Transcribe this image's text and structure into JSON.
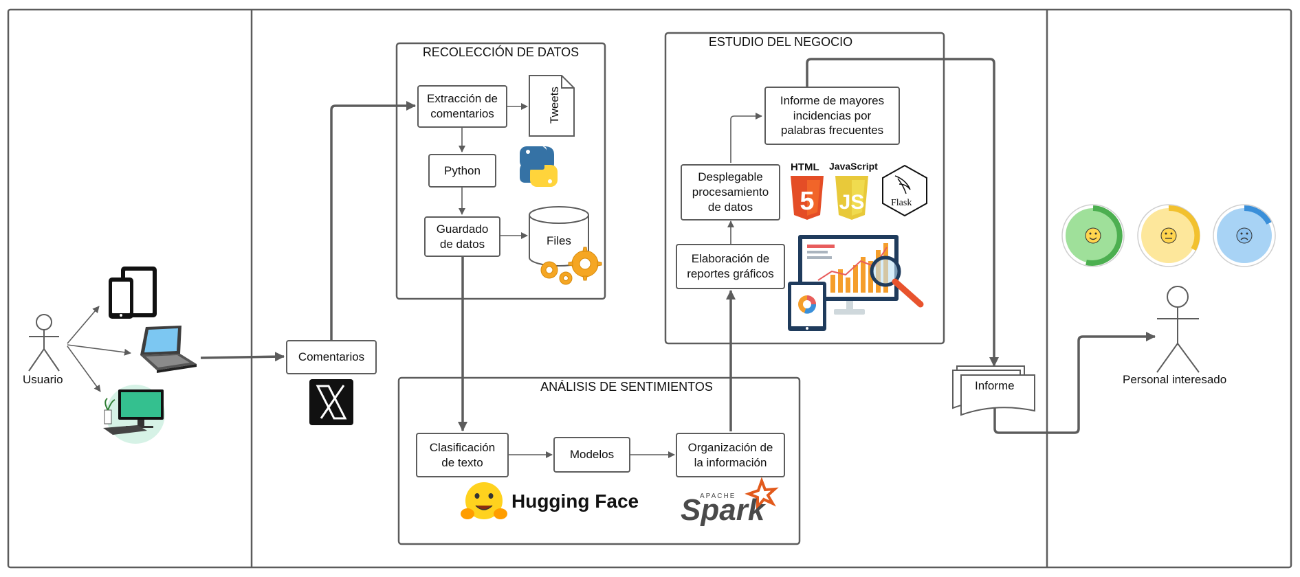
{
  "actors": {
    "user": "Usuario",
    "stakeholder": "Personal interesado"
  },
  "sections": {
    "collection": "RECOLECCIÓN DE DATOS",
    "business": "ESTUDIO DEL NEGOCIO",
    "sentiment": "ANÁLISIS DE SENTIMIENTOS"
  },
  "nodes": {
    "comentarios": "Comentarios",
    "extraccion": "Extracción de\ncomentarios",
    "tweets": "Tweets",
    "python": "Python",
    "guardado": "Guardado\nde datos",
    "files": "Files",
    "clasificacion": "Clasificación\nde texto",
    "modelos": "Modelos",
    "organizacion": "Organización de\nla información",
    "elaboracion": "Elaboración de\nreportes gráficos",
    "desplegable": "Desplegable\nprocesamiento\nde datos",
    "informe_mayores": "Informe de mayores\nincidencias por\npalabras frecuentes",
    "informe": "Informe"
  },
  "logos": {
    "html": "HTML",
    "javascript": "JavaScript",
    "flask": "Flask",
    "hugging_face": "Hugging Face",
    "spark": "Spark",
    "apache": "APACHE"
  },
  "icons": [
    "person-icon",
    "phone-tablet-icon",
    "laptop-icon",
    "desktop-icon",
    "x-logo-icon",
    "python-logo-icon",
    "gear-icon",
    "html5-logo-icon",
    "js-logo-icon",
    "flask-logo-icon",
    "dashboard-illustration-icon",
    "hugging-face-emoji-icon",
    "spark-logo-icon",
    "happy-face-icon",
    "neutral-face-icon",
    "sad-face-icon"
  ],
  "colors": {
    "line": "#5c5c5c",
    "html5": "#e44d26",
    "js": "#f0db4f",
    "python_blue": "#3572a5",
    "python_yellow": "#ffd43b",
    "gear": "#f5a623",
    "happy": "#4caf50",
    "neutral": "#f2c12e",
    "sad": "#3a8fd9",
    "spark": "#e25a1c"
  }
}
